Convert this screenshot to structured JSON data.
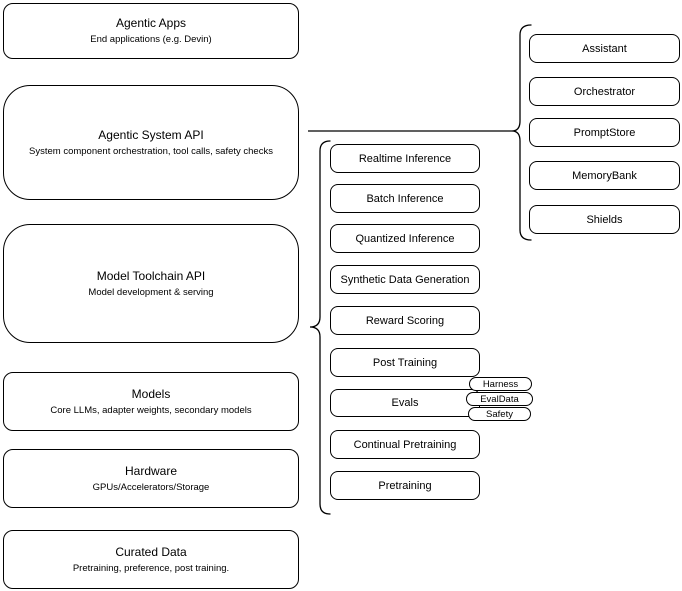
{
  "diagram": {
    "stack": {
      "items": [
        {
          "title": "Agentic Apps",
          "subtitle": "End applications (e.g. Devin)"
        },
        {
          "title": "Agentic System API",
          "subtitle": "System component orchestration, tool calls, safety checks"
        },
        {
          "title": "Model Toolchain API",
          "subtitle": "Model development & serving"
        },
        {
          "title": "Models",
          "subtitle": "Core LLMs, adapter weights, secondary models"
        },
        {
          "title": "Hardware",
          "subtitle": "GPUs/Accelerators/Storage"
        },
        {
          "title": "Curated Data",
          "subtitle": "Pretraining, preference, post training."
        }
      ]
    },
    "toolchain": {
      "items": [
        "Realtime Inference",
        "Batch Inference",
        "Quantized Inference",
        "Synthetic Data Generation",
        "Reward Scoring",
        "Post Training",
        "Evals",
        "Continual Pretraining",
        "Pretraining"
      ]
    },
    "evals_pills": {
      "items": [
        "Harness",
        "EvalData",
        "Safety"
      ]
    },
    "system": {
      "items": [
        "Assistant",
        "Orchestrator",
        "PromptStore",
        "MemoryBank",
        "Shields"
      ]
    },
    "colors": {
      "stroke": "#000000",
      "background": "#ffffff",
      "text": "#000000"
    }
  }
}
